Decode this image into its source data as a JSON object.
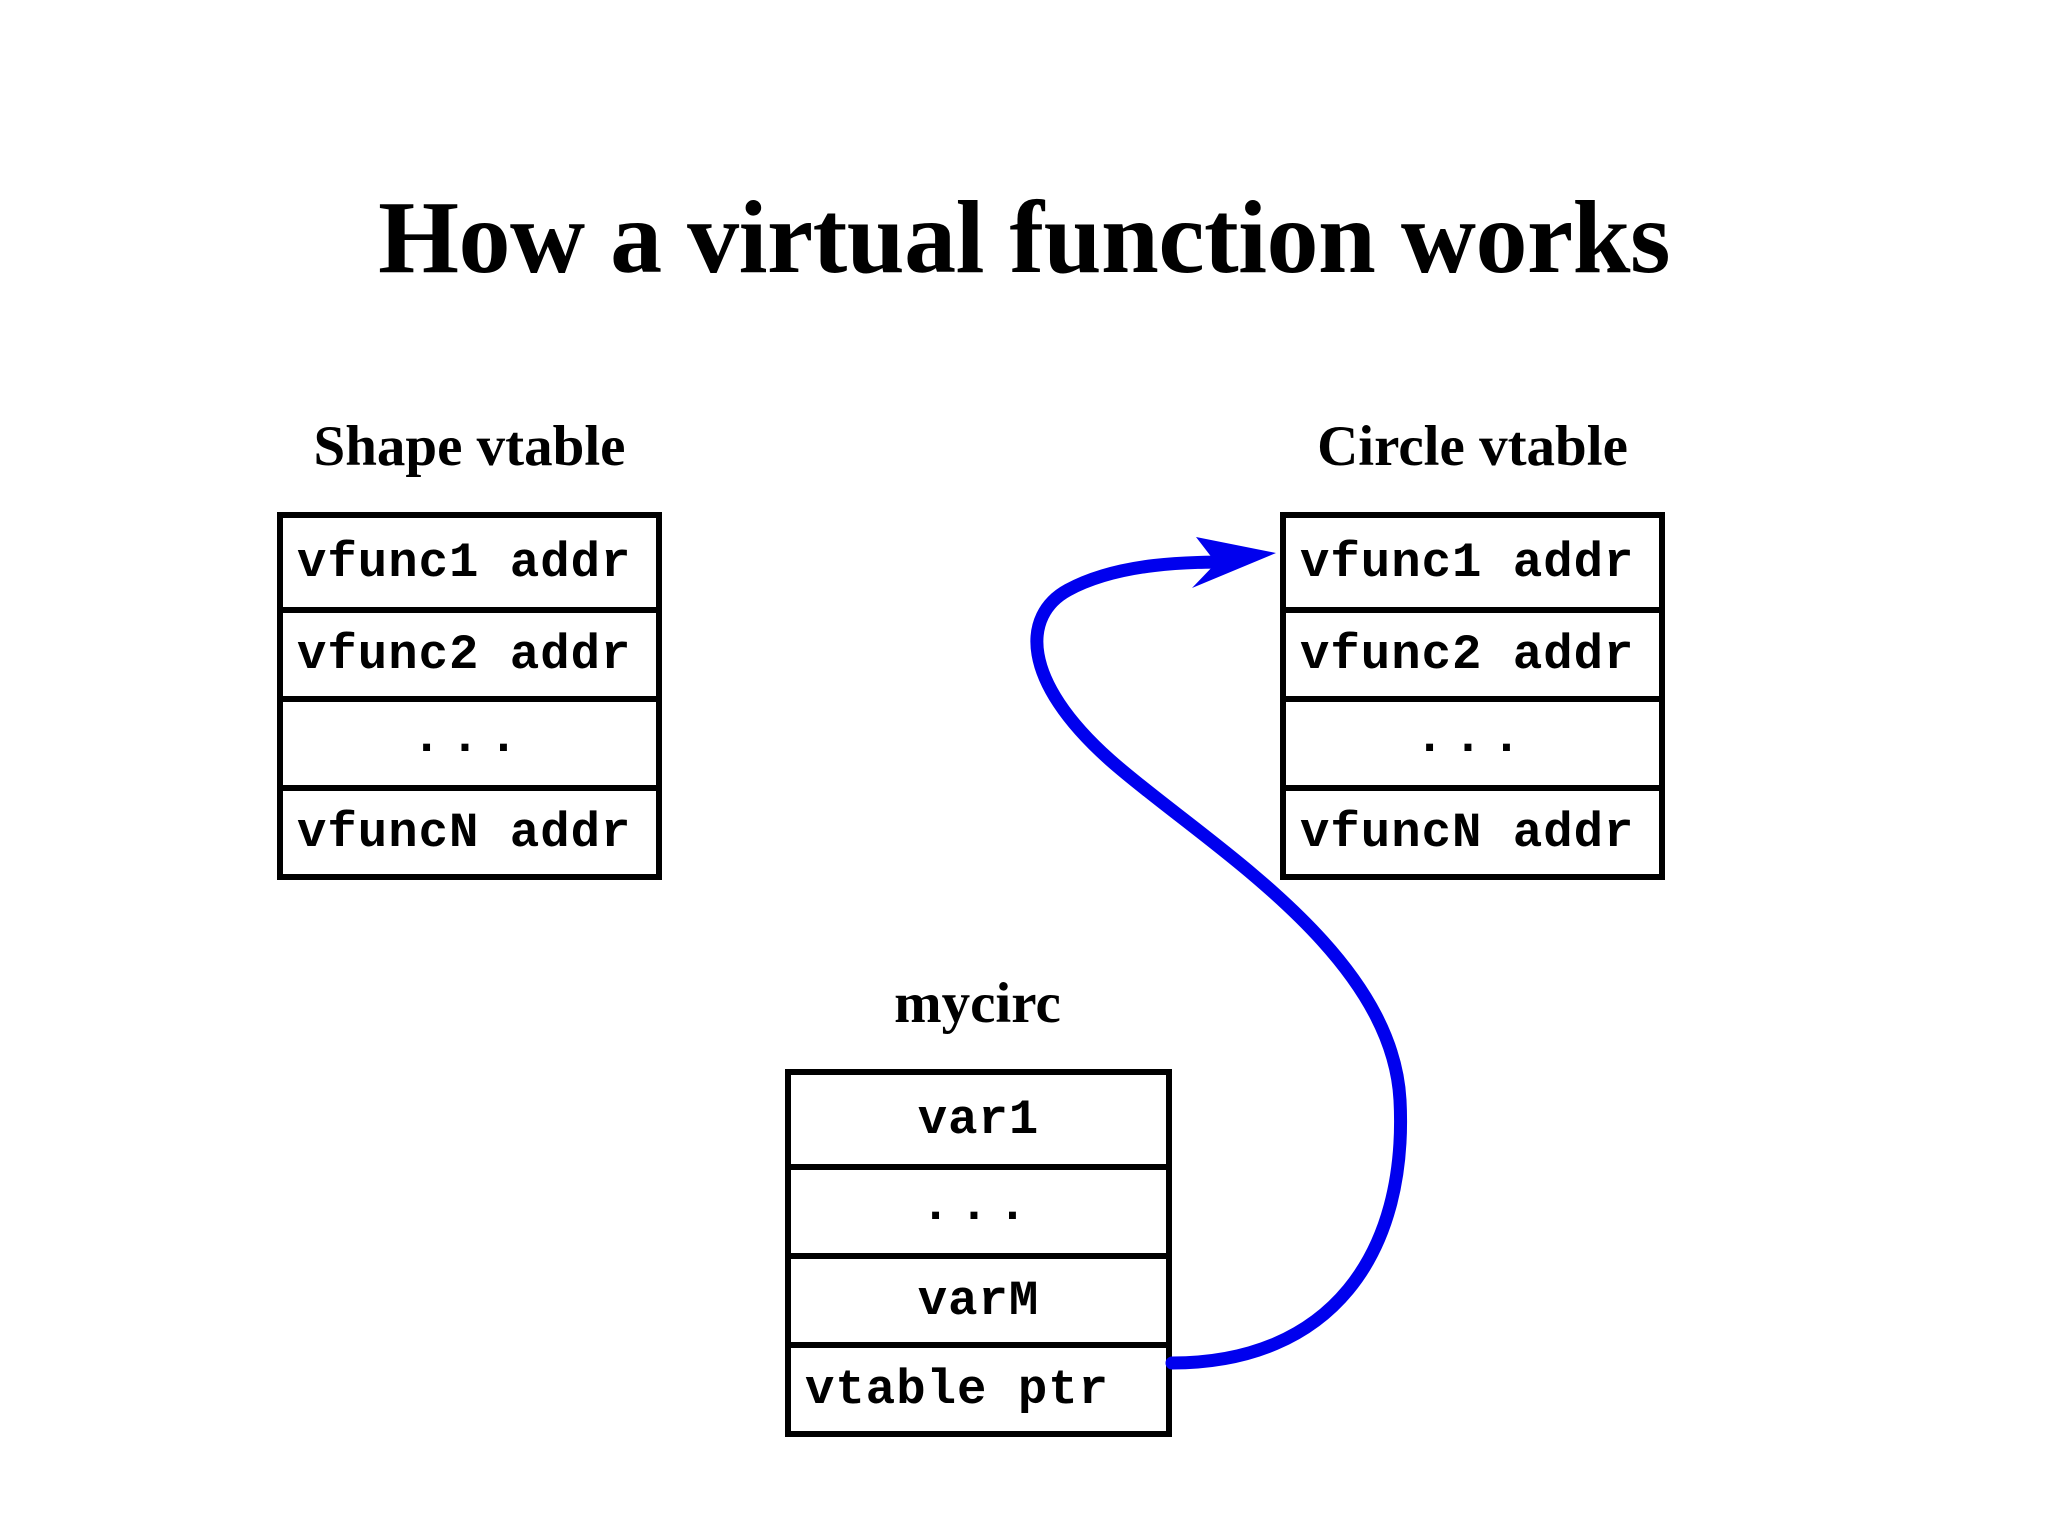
{
  "slide": {
    "title": "How a virtual function works",
    "background_color": "#ffffff",
    "text_color": "#000000",
    "arrow_color": "#0000ee"
  },
  "boxes": {
    "shape_vtable": {
      "label": "Shape vtable",
      "rows": [
        {
          "text": "vfunc1 addr",
          "align": "left"
        },
        {
          "text": "vfunc2 addr",
          "align": "left"
        },
        {
          "text": "...",
          "align": "center"
        },
        {
          "text": "vfuncN addr",
          "align": "left"
        }
      ]
    },
    "circle_vtable": {
      "label": "Circle vtable",
      "rows": [
        {
          "text": "vfunc1 addr",
          "align": "left"
        },
        {
          "text": "vfunc2 addr",
          "align": "left"
        },
        {
          "text": "...",
          "align": "center"
        },
        {
          "text": "vfuncN addr",
          "align": "left"
        }
      ]
    },
    "mycirc": {
      "label": "mycirc",
      "rows": [
        {
          "text": "var1",
          "align": "center"
        },
        {
          "text": "...",
          "align": "center"
        },
        {
          "text": "varM",
          "align": "center"
        },
        {
          "text": "vtable ptr",
          "align": "left"
        }
      ]
    }
  },
  "arrow": {
    "name": "vtable-pointer-arrow",
    "from": "mycirc.vtable ptr",
    "to": "circle_vtable.vfunc1 addr",
    "color": "#0000ee"
  }
}
